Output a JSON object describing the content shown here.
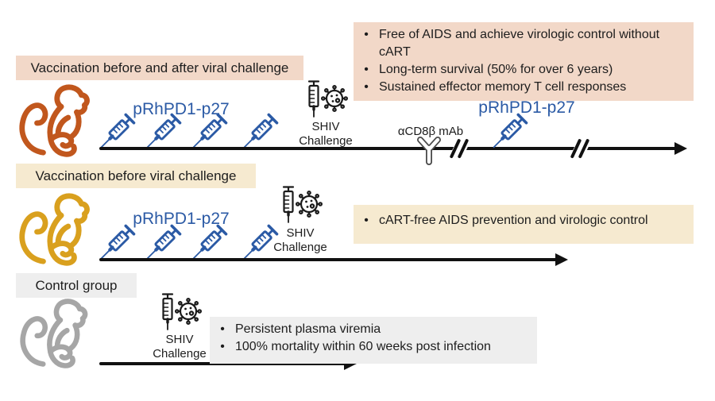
{
  "figure": {
    "groups": [
      {
        "label": "Vaccination before and after viral challenge",
        "vaccine_label": "pRhPD1-p27",
        "challenge": {
          "line1": "SHIV",
          "line2": "Challenge"
        },
        "antibody_label": "αCD8β mAb",
        "boost_label": "pRhPD1-p27",
        "outcomes": [
          "Free of AIDS and achieve virologic control without cART",
          "Long-term survival (50% for over 6 years)",
          "Sustained effector memory T cell responses"
        ]
      },
      {
        "label": "Vaccination before viral challenge",
        "vaccine_label": "pRhPD1-p27",
        "challenge": {
          "line1": "SHIV",
          "line2": "Challenge"
        },
        "outcomes": [
          "cART-free AIDS prevention and virologic control"
        ]
      },
      {
        "label": "Control group",
        "challenge": {
          "line1": "SHIV",
          "line2": "Challenge"
        },
        "outcomes": [
          "Persistent plasma viremia",
          "100% mortality within 60 weeks post infection"
        ]
      }
    ],
    "colors": {
      "group1_accent": "#F2D8C8",
      "group2_accent": "#F6EAD0",
      "group3_accent": "#EEEEEE",
      "vaccine_blue": "#2B5AA5",
      "monkey1": "#C1571D",
      "monkey2": "#D9A01E",
      "monkey3": "#A6A6A6",
      "timeline": "#111111"
    }
  }
}
